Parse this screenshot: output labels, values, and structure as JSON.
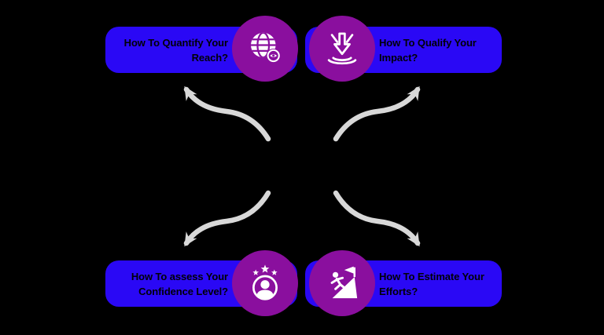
{
  "colors": {
    "pill_blue": "#2a08f5",
    "circle_purple": "#8a0f9e",
    "arrow_gray": "#d8d8d8",
    "text_dark": "#000008"
  },
  "cards": [
    {
      "id": "quantify-reach",
      "line1": "How To Quantify Your",
      "line2": "Reach?",
      "icon": "globe-eye-icon",
      "position": "top-left"
    },
    {
      "id": "qualify-impact",
      "line1": "How To Qualify Your",
      "line2": "Impact?",
      "icon": "impact-arrow-icon",
      "position": "top-right"
    },
    {
      "id": "assess-confidence",
      "line1": "How To assess Your",
      "line2": "Confidence Level?",
      "icon": "person-stars-icon",
      "position": "bottom-left"
    },
    {
      "id": "estimate-efforts",
      "line1": "How To Estimate Your",
      "line2": "Efforts?",
      "icon": "climber-flag-icon",
      "position": "bottom-right"
    }
  ]
}
